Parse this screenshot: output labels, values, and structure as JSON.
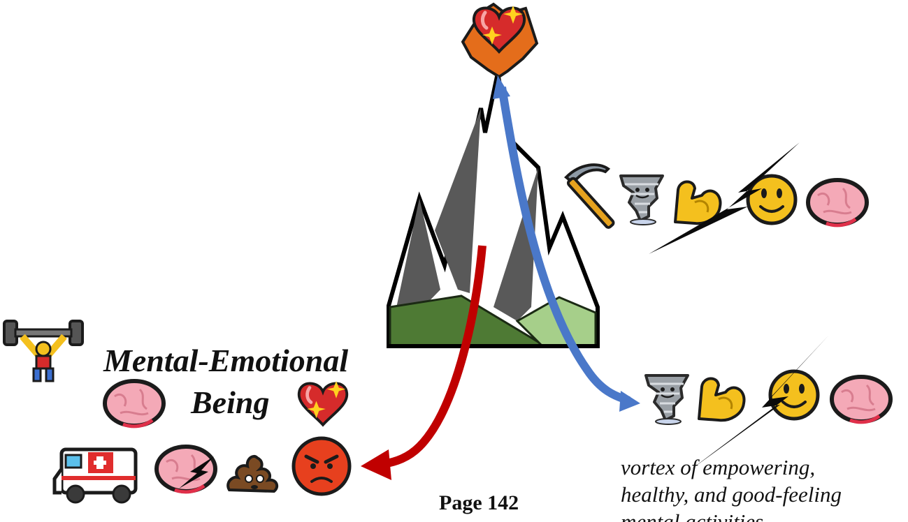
{
  "labels": {
    "title_line1": "Mental-Emotional",
    "title_line2": "Being",
    "page_number": "Page 142",
    "caption_lines": [
      "vortex of empowering,",
      "healthy, and good-feeling",
      "mental activities"
    ]
  },
  "icons": {
    "peak": "sparkling-heart-icon",
    "top_row": [
      "pick-icon",
      "tornado-icon",
      "flexed-biceps-icon",
      "lightning-bolt-icon",
      "smiling-face-icon",
      "brain-icon"
    ],
    "right_row": [
      "tornado-icon",
      "flexed-biceps-icon",
      "smiling-face-icon",
      "lightning-bolt-icon",
      "brain-icon"
    ],
    "left_cluster": [
      "weightlifter-icon",
      "brain-icon",
      "sparkling-heart-icon"
    ],
    "bottom_row": [
      "ambulance-icon",
      "brain-icon",
      "lightning-bolt-icon",
      "pile-of-poo-icon",
      "angry-face-icon"
    ]
  },
  "colors": {
    "upward_arrow": "#4a78c9",
    "downward_arrow": "#c00000",
    "mountain_dark": "#595959",
    "hill_dark": "#4e7a34",
    "hill_light": "#a6cf8a",
    "heart": "#d62b2b",
    "emoji_yellow": "#f4c01e",
    "brain_pink": "#f4a9b7"
  }
}
